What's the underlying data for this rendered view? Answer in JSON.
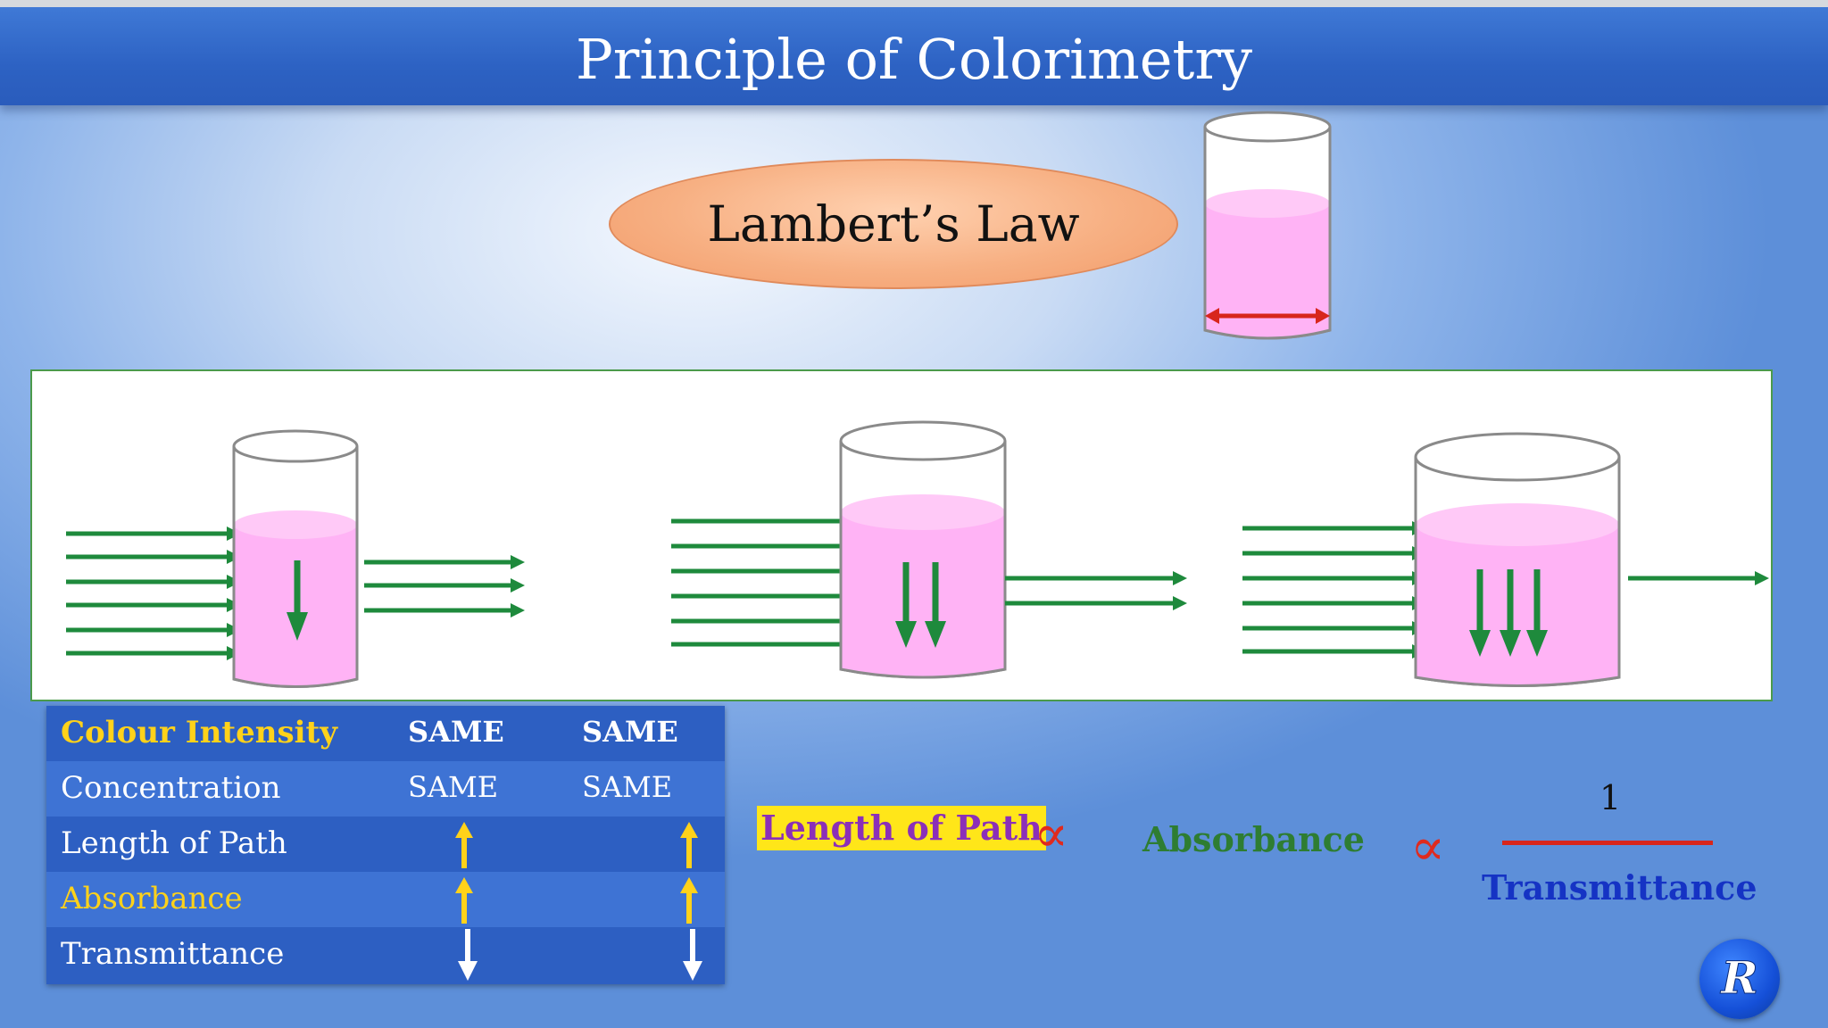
{
  "title": "Principle of Colorimetry",
  "law_name": "Lambert’s Law",
  "table": {
    "rows": [
      {
        "label": "Colour Intensity",
        "c1": "SAME",
        "c2": "SAME"
      },
      {
        "label": "Concentration",
        "c1": "SAME",
        "c2": "SAME"
      },
      {
        "label": "Length of Path",
        "c1_icon": "up-arrow-icon",
        "c2_icon": "up-arrow-icon"
      },
      {
        "label": "Absorbance",
        "c1_icon": "up-arrow-icon",
        "c2_icon": "up-arrow-icon"
      },
      {
        "label": "Transmittance",
        "c1_icon": "down-arrow-icon",
        "c2_icon": "down-arrow-icon"
      }
    ]
  },
  "formula": {
    "left": "Length of Path",
    "symbol": "∝",
    "middle": "Absorbance",
    "numerator": "1",
    "denominator": "Transmittance"
  },
  "colors": {
    "liquid": "#ffb3f5",
    "arrow_green": "#1e8a3c",
    "accent_red": "#e02a1e",
    "row_light": "#3e73d4",
    "row_dark": "#2d5fc2",
    "highlight_yellow": "#ffd21a"
  },
  "logo_text": "R"
}
